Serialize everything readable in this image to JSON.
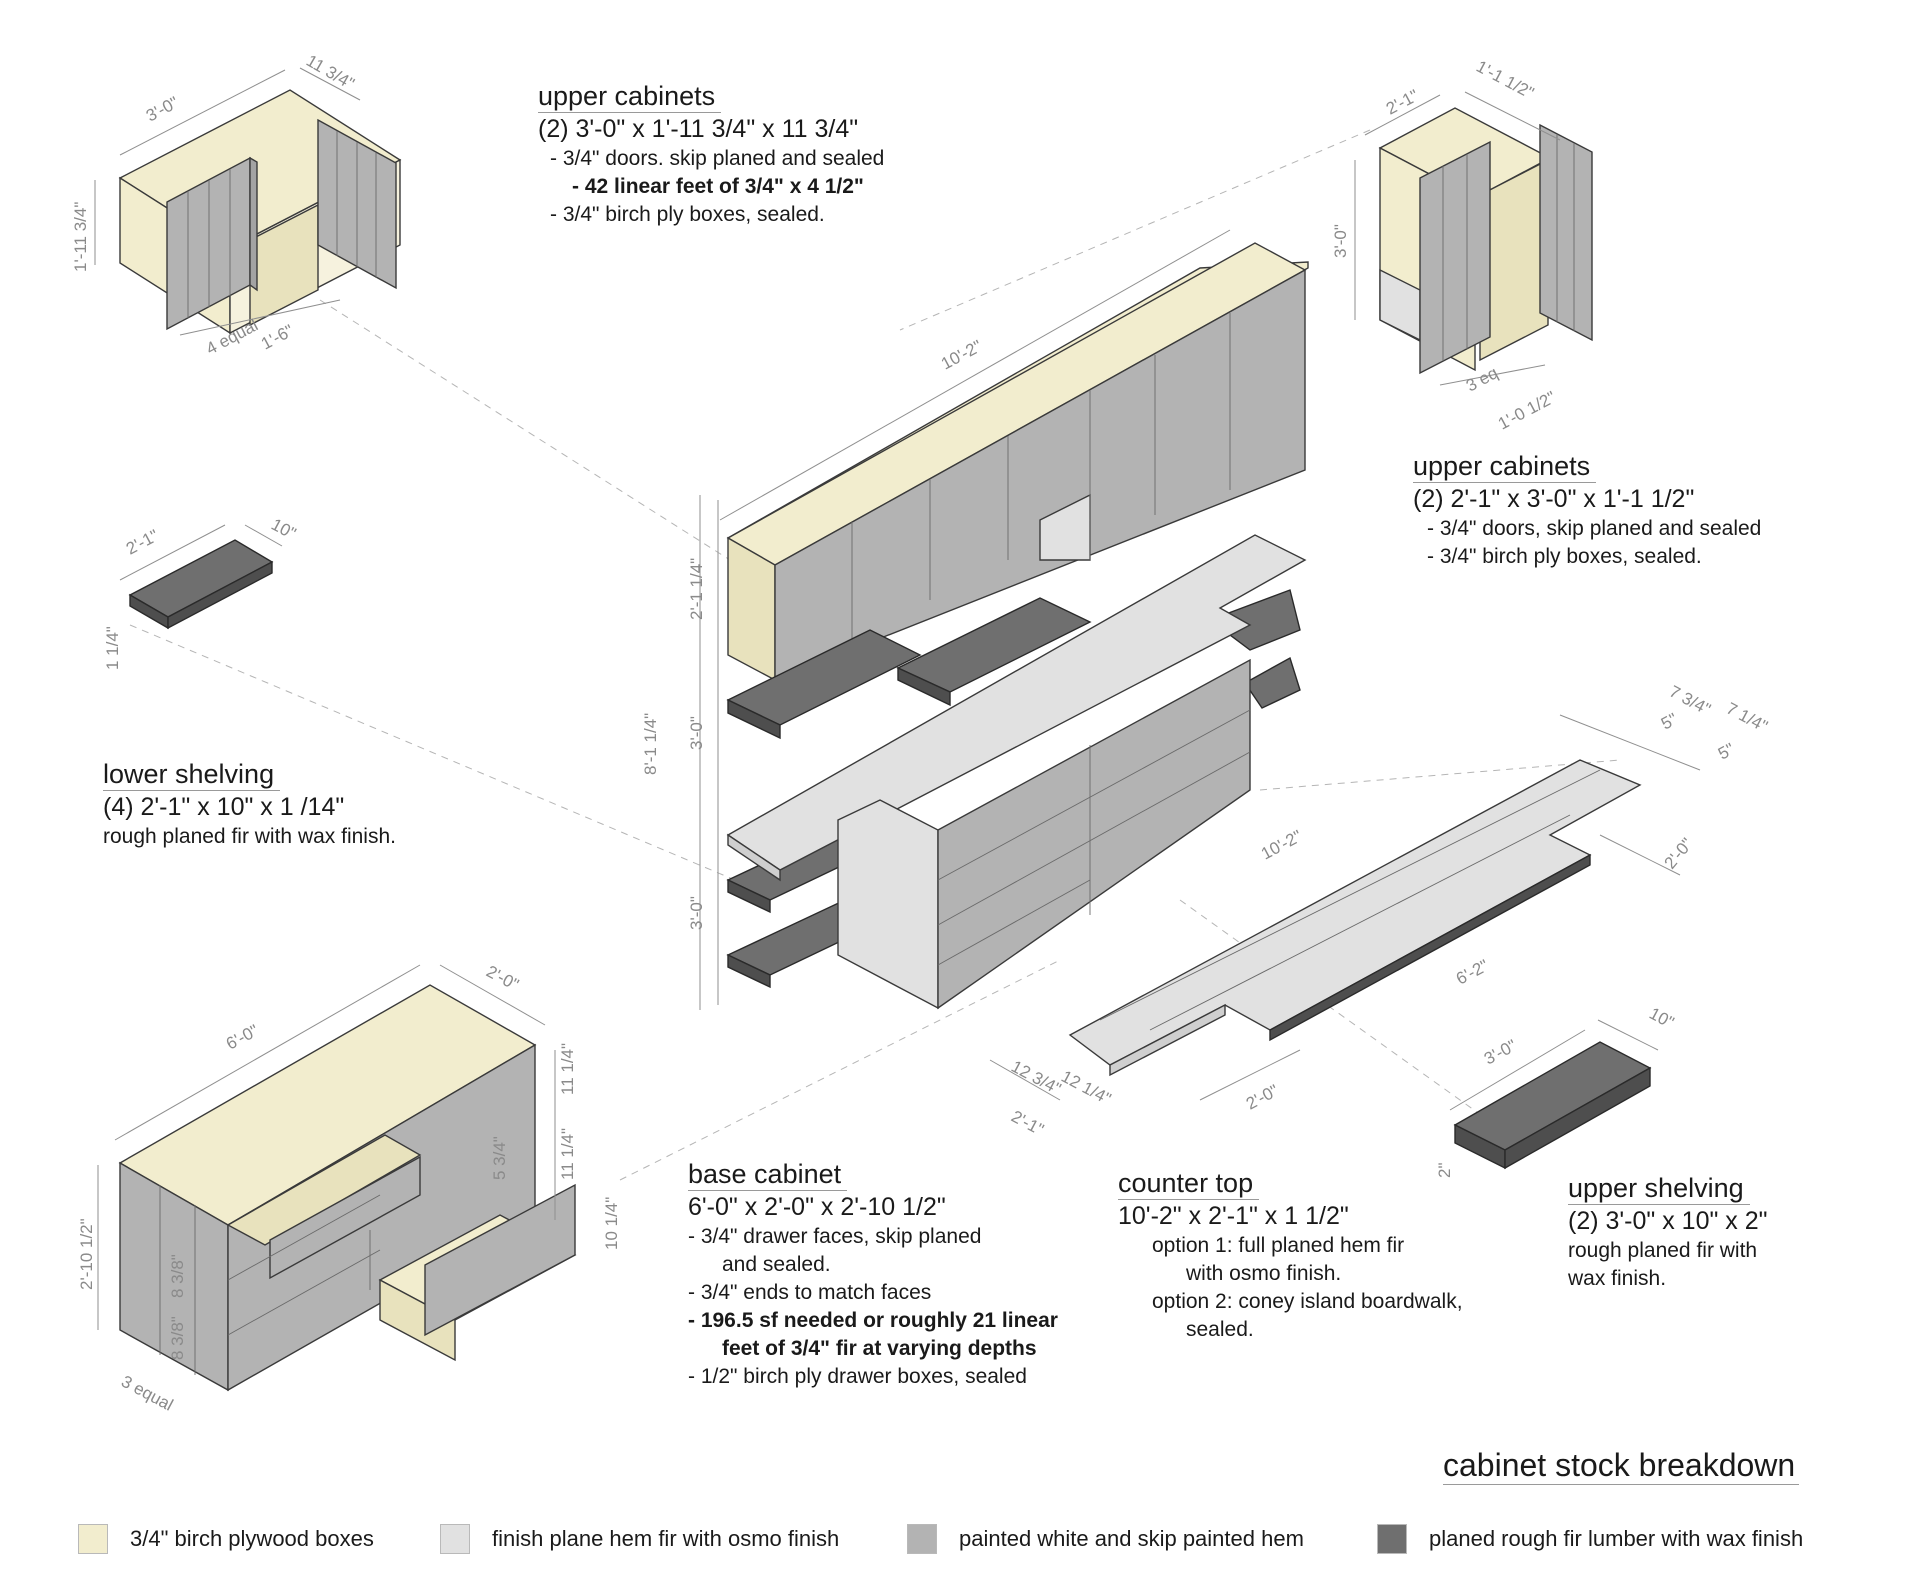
{
  "title": "cabinet stock breakdown",
  "blocks": [
    {
      "id": "upper-cabinets-left",
      "heading": "upper cabinets",
      "size": "(2) 3'-0\" x 1'-11 3/4\" x 11 3/4\"",
      "lines": [
        {
          "text": "- 3/4\" doors. skip planed and sealed",
          "bold": false,
          "indent": 1
        },
        {
          "text": "- 42 linear feet of 3/4\" x 4 1/2\"",
          "bold": true,
          "indent": 2
        },
        {
          "text": "- 3/4\" birch ply boxes, sealed.",
          "bold": false,
          "indent": 1
        }
      ]
    },
    {
      "id": "upper-cabinets-right",
      "heading": "upper cabinets",
      "size": "(2) 2'-1\" x 3'-0\" x 1'-1 1/2\"",
      "lines": [
        {
          "text": "- 3/4\" doors, skip planed and sealed",
          "bold": false,
          "indent": 1
        },
        {
          "text": "- 3/4\" birch ply boxes, sealed.",
          "bold": false,
          "indent": 1
        }
      ]
    },
    {
      "id": "lower-shelving",
      "heading": "lower shelving",
      "size": "(4) 2'-1\" x 10\" x 1 /14\"",
      "lines": [
        {
          "text": "rough planed fir with wax finish.",
          "bold": false,
          "indent": 0
        }
      ]
    },
    {
      "id": "base-cabinet",
      "heading": "base cabinet",
      "size": "6'-0\" x 2'-0\" x 2'-10 1/2\"",
      "lines": [
        {
          "text": "- 3/4\" drawer faces, skip planed",
          "bold": false,
          "indent": 0
        },
        {
          "text": "and sealed.",
          "bold": false,
          "indent": 3
        },
        {
          "text": "- 3/4\" ends to match faces",
          "bold": false,
          "indent": 0
        },
        {
          "text": "- 196.5 sf needed or roughly 21 linear",
          "bold": true,
          "indent": 0
        },
        {
          "text": "feet of 3/4\" fir at varying depths",
          "bold": true,
          "indent": 3
        },
        {
          "text": "- 1/2\" birch ply drawer boxes, sealed",
          "bold": false,
          "indent": 0
        }
      ]
    },
    {
      "id": "counter-top",
      "heading": "counter top",
      "size": "10'-2\" x 2'-1\" x 1 1/2\"",
      "lines": [
        {
          "text": "option 1: full planed hem fir",
          "bold": false,
          "indent": 2
        },
        {
          "text": "with osmo finish.",
          "bold": false,
          "indent": 4
        },
        {
          "text": "option 2: coney island boardwalk,",
          "bold": false,
          "indent": 2
        },
        {
          "text": "sealed.",
          "bold": false,
          "indent": 4
        }
      ]
    },
    {
      "id": "upper-shelving",
      "heading": "upper shelving",
      "size": "(2) 3'-0\" x 10\" x 2\"",
      "lines": [
        {
          "text": "rough planed fir with",
          "bold": false,
          "indent": 0
        },
        {
          "text": "wax finish.",
          "bold": false,
          "indent": 0
        }
      ]
    }
  ],
  "legend": [
    {
      "label": "3/4\" birch plywood boxes",
      "color": "#f2edce"
    },
    {
      "label": "finish plane hem fir with osmo finish",
      "color": "#e1e1e1"
    },
    {
      "label": "painted white and skip painted hem",
      "color": "#b3b3b3"
    },
    {
      "label": "planed rough fir lumber with wax finish",
      "color": "#6f6f6f"
    }
  ],
  "dimensions": {
    "upper_left": [
      "3'-0\"",
      "11 3/4\"",
      "1'-11 3/4\"",
      "4 equal",
      "1'-6\""
    ],
    "upper_right": [
      "2'-1\"",
      "1'-1 1/2\"",
      "3'-0\"",
      "3 eq",
      "1'-0 1/2\""
    ],
    "shelf_lower": [
      "2'-1\"",
      "10\"",
      "1 1/4\""
    ],
    "assembly": [
      "10'-2\"",
      "2'-1 1/4\"",
      "3'-0\"",
      "3'-0\"",
      "8'-1 1/4\""
    ],
    "counter": [
      "10'-2\"",
      "7 3/4\"",
      "5\"",
      "7 1/4\"",
      "5\"",
      "2'-0\"",
      "6'-2\"",
      "12 3/4\"",
      "12 1/4\"",
      "2'-1\"",
      "2'-0\""
    ],
    "shelf_upper": [
      "3'-0\"",
      "10\"",
      "2\""
    ],
    "base": [
      "6'-0\"",
      "2'-0\"",
      "11 1/4\"",
      "11 1/4\"",
      "5 3/4\"",
      "10 1/4\"",
      "2'-10 1/2\"",
      "8 3/8\"",
      "8 3/8\"",
      "3 equal"
    ]
  }
}
